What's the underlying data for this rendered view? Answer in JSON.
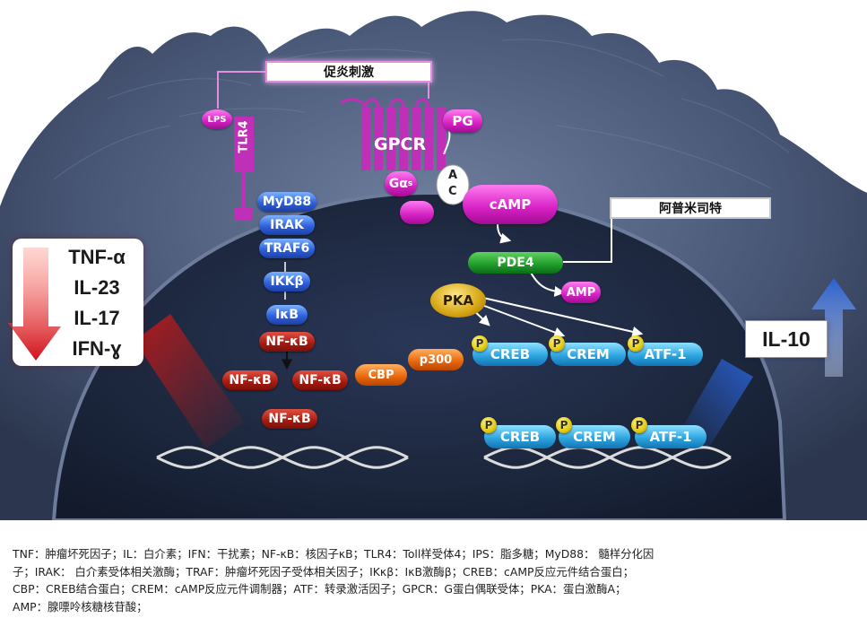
{
  "diagram": {
    "stimulus_label": "促炎刺激",
    "apremilast_label": "阿普米司特",
    "receptor": {
      "tlr4": "TLR4",
      "lps": "LPS",
      "gpcr": "GPCR",
      "pg": "PG",
      "galpha": "Gα",
      "galpha_sub": "s",
      "ac_a": "A",
      "ac_c": "C"
    },
    "pathway_nfkb": [
      "MyD88",
      "IRAK",
      "TRAF6",
      "IKKβ",
      "IκB"
    ],
    "nfkb": {
      "top": "NF-κB",
      "left": "NF-κB",
      "right": "NF-κB",
      "nucleus": "NF-κB"
    },
    "coactivators": {
      "cbp": "CBP",
      "p300": "p300"
    },
    "camp": {
      "camp": "cAMP",
      "pde4": "PDE4",
      "amp": "AMP",
      "pka": "PKA"
    },
    "phospho_badge": "P",
    "tf_cytoplasm": [
      "CREB",
      "CREM",
      "ATF-1"
    ],
    "tf_nucleus": [
      "CREB",
      "CREM",
      "ATF-1"
    ],
    "cytokines_down": [
      "TNF-α",
      "IL-23",
      "IL-17",
      "IFN-ɣ"
    ],
    "cytokine_up": "IL-10",
    "colors": {
      "membrane": "#3d4d6b",
      "nucleus": "#1f2a44",
      "down_arrow": "#c8141a",
      "up_arrow": "#2a5fd0",
      "receptor": "#c02fb8"
    }
  },
  "legend": {
    "lines": [
      "TNF：肿瘤坏死因子；IL：白介素；IFN：干扰素；NF-κB：核因子κB；TLR4：Toll样受体4；IPS：脂多糖；MyD88： 髓样分化因",
      "子；IRAK： 白介素受体相关激酶；TRAF：肿瘤坏死因子受体相关因子；IKκβ：IκB激酶β；CREB：cAMP反应元件结合蛋白；",
      "CBP：CREB结合蛋白；CREM：cAMP反应元件调制器；ATF：转录激活因子；GPCR：G蛋白偶联受体；PKA：蛋白激酶A；",
      "AMP：腺嘌呤核糖核苷酸；"
    ]
  }
}
